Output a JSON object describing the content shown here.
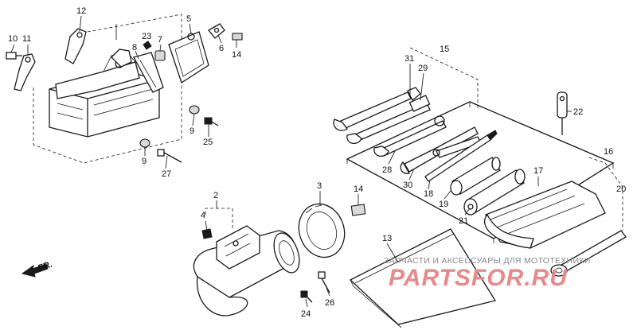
{
  "diagram": {
    "part_labels": [
      "10",
      "11",
      "12",
      "23",
      "7",
      "8",
      "5",
      "6",
      "14",
      "9",
      "25",
      "9",
      "27",
      "31",
      "29",
      "15",
      "22",
      "28",
      "30",
      "18",
      "19",
      "21",
      "17",
      "16",
      "20",
      "2",
      "4",
      "3",
      "14",
      "13",
      "26",
      "24"
    ],
    "direction_label": "FR.",
    "watermark": {
      "caption": "ЗАПЧАСТИ И АКСЕССУАРЫ ДЛЯ МОТОТЕХНИКИ",
      "logo": "PARTSFOR.RU"
    },
    "colors": {
      "ink": "#1a1a1a",
      "watermark_logo": "#e88a8a",
      "watermark_caption": "#8a8a8a"
    }
  }
}
